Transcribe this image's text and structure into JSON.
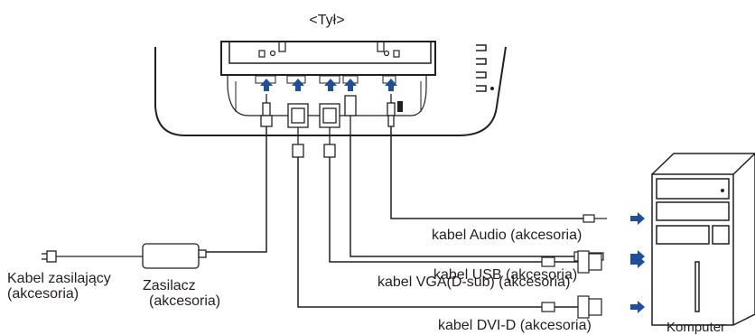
{
  "view_title": "<Tył>",
  "cables": {
    "usb": "kabel USB (akcesoria)",
    "audio": "kabel Audio (akcesoria)",
    "vga": "kabel VGA(D-sub) (akcesoria)",
    "dvi": "kabel DVI-D (akcesoria)"
  },
  "power_cord": {
    "line1": "Kabel zasilający",
    "line2": "(akcesoria)"
  },
  "adapter": {
    "line1": "Zasilacz",
    "line2": "(akcesoria)"
  },
  "computer": "Komputer",
  "colors": {
    "line": "#231f20",
    "arrow": "#1f4e9b"
  }
}
